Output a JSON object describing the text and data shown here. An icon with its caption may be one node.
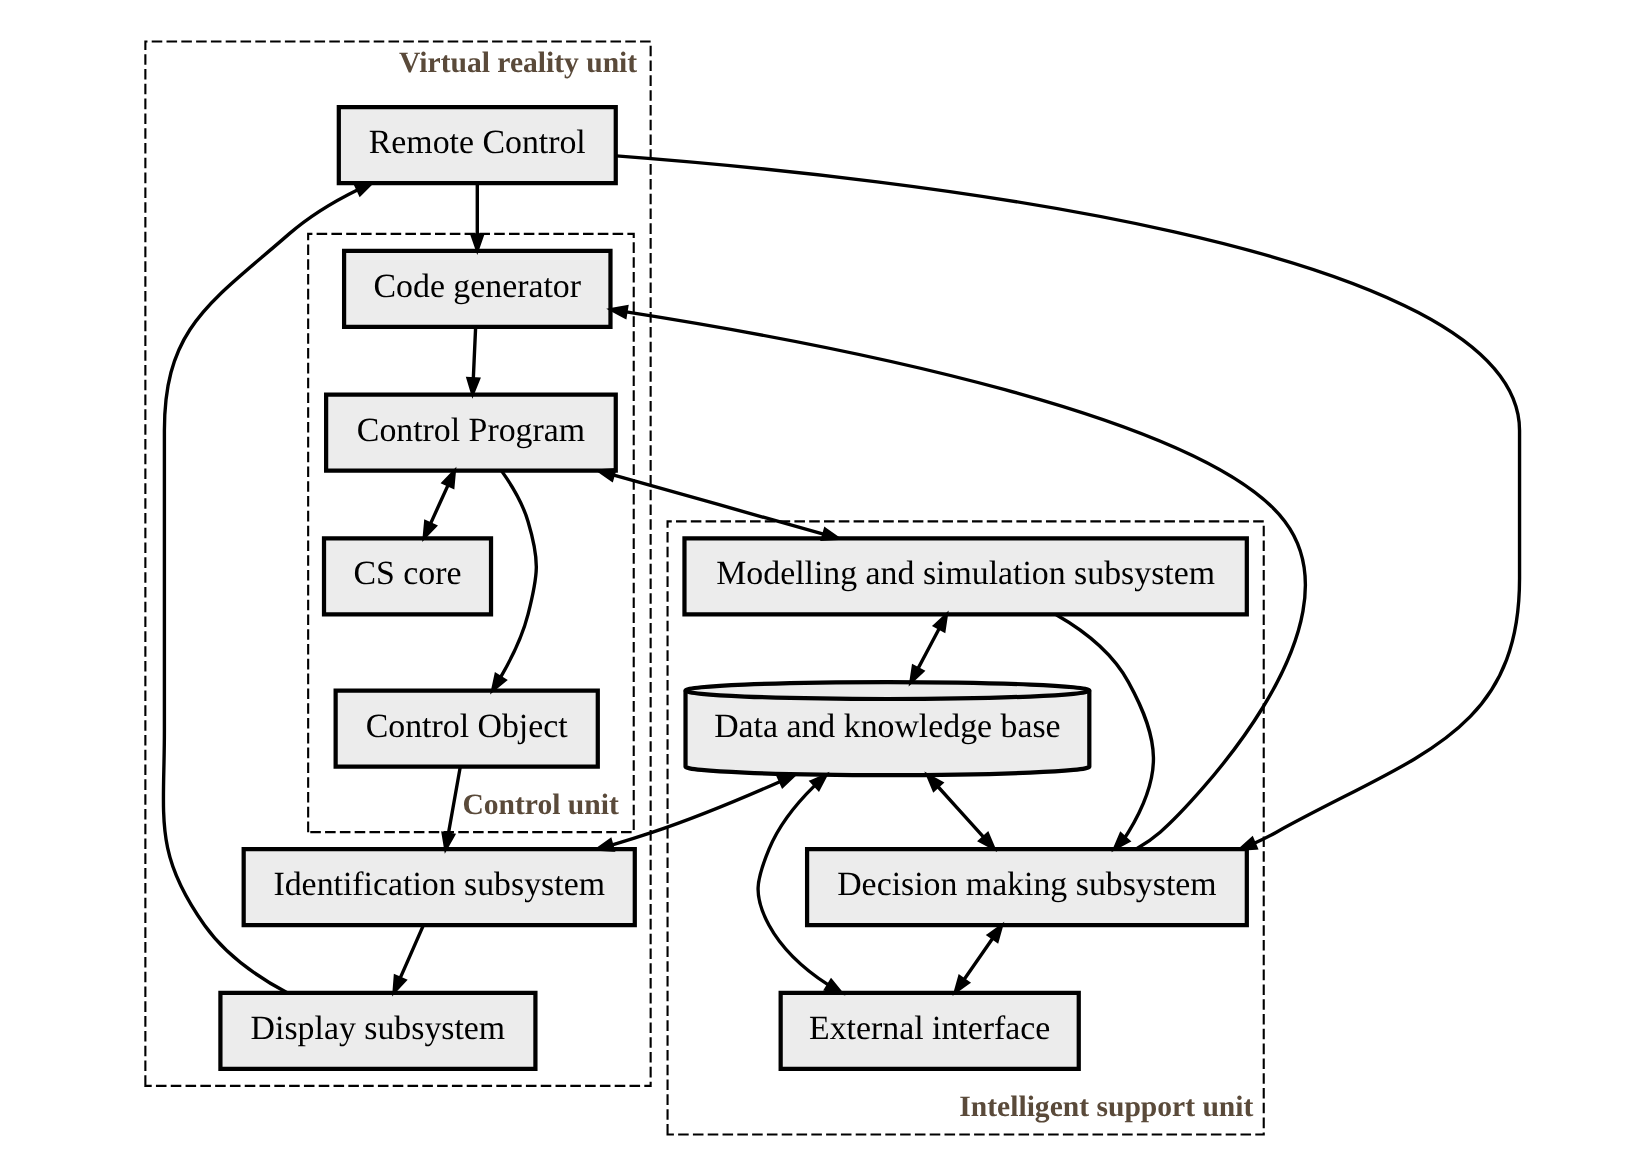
{
  "diagram": {
    "nodes": [
      {
        "text": [
          "Virtual reality unit"
        ]
      },
      {
        "text": [
          "Remote Control"
        ],
        "in": 0
      },
      {
        "text": [
          "Display subsystem"
        ],
        "in": 0
      },
      {
        "text": [
          "Control unit"
        ],
        "in": 0
      },
      {
        "text": [
          "CS core"
        ],
        "in": 3
      },
      {
        "text": [
          "Code generator"
        ],
        "in": 3
      },
      {
        "text": [
          "Control Program"
        ],
        "in": 3
      },
      {
        "text": [
          "Control Object"
        ],
        "in": 3
      },
      {
        "text": [
          "Identification subsystem"
        ],
        "in": 0
      },
      {
        "text": [
          "Intelligent support unit"
        ]
      },
      {
        "text": [
          "Modelling and simulation subsystem"
        ],
        "in": 9
      },
      {
        "text": [
          "Data and knowledge base"
        ],
        "in": 9
      },
      {
        "text": [
          "Decision making subsystem"
        ],
        "in": 9
      },
      {
        "text": [
          "External interface"
        ],
        "in": 9
      }
    ],
    "edges": [
      {
        "from": 2,
        "to": 1,
        "arrow": "to"
      },
      {
        "from": 8,
        "to": 2,
        "arrow": "to"
      },
      {
        "from": 1,
        "to": 5,
        "arrow": "to"
      },
      {
        "from": 1,
        "to": 12,
        "arrow": "to"
      },
      {
        "from": 5,
        "to": 6,
        "arrow": "to"
      },
      {
        "from": 6,
        "to": 4,
        "arrow": "both"
      },
      {
        "from": 6,
        "to": 7,
        "arrow": "to"
      },
      {
        "from": 7,
        "to": 8,
        "arrow": "to"
      },
      {
        "from": 6,
        "to": 10,
        "arrow": "both"
      },
      {
        "from": 10,
        "to": 11,
        "arrow": "both"
      },
      {
        "from": 11,
        "to": 8,
        "arrow": "both"
      },
      {
        "from": 10,
        "to": 12,
        "arrow": "to"
      },
      {
        "from": 12,
        "to": 5,
        "arrow": "to"
      },
      {
        "from": 12,
        "to": 13,
        "arrow": "both"
      },
      {
        "from": 11,
        "to": 12,
        "arrow": "both"
      },
      {
        "from": 11,
        "to": 13,
        "arrow": "both"
      }
    ]
  }
}
